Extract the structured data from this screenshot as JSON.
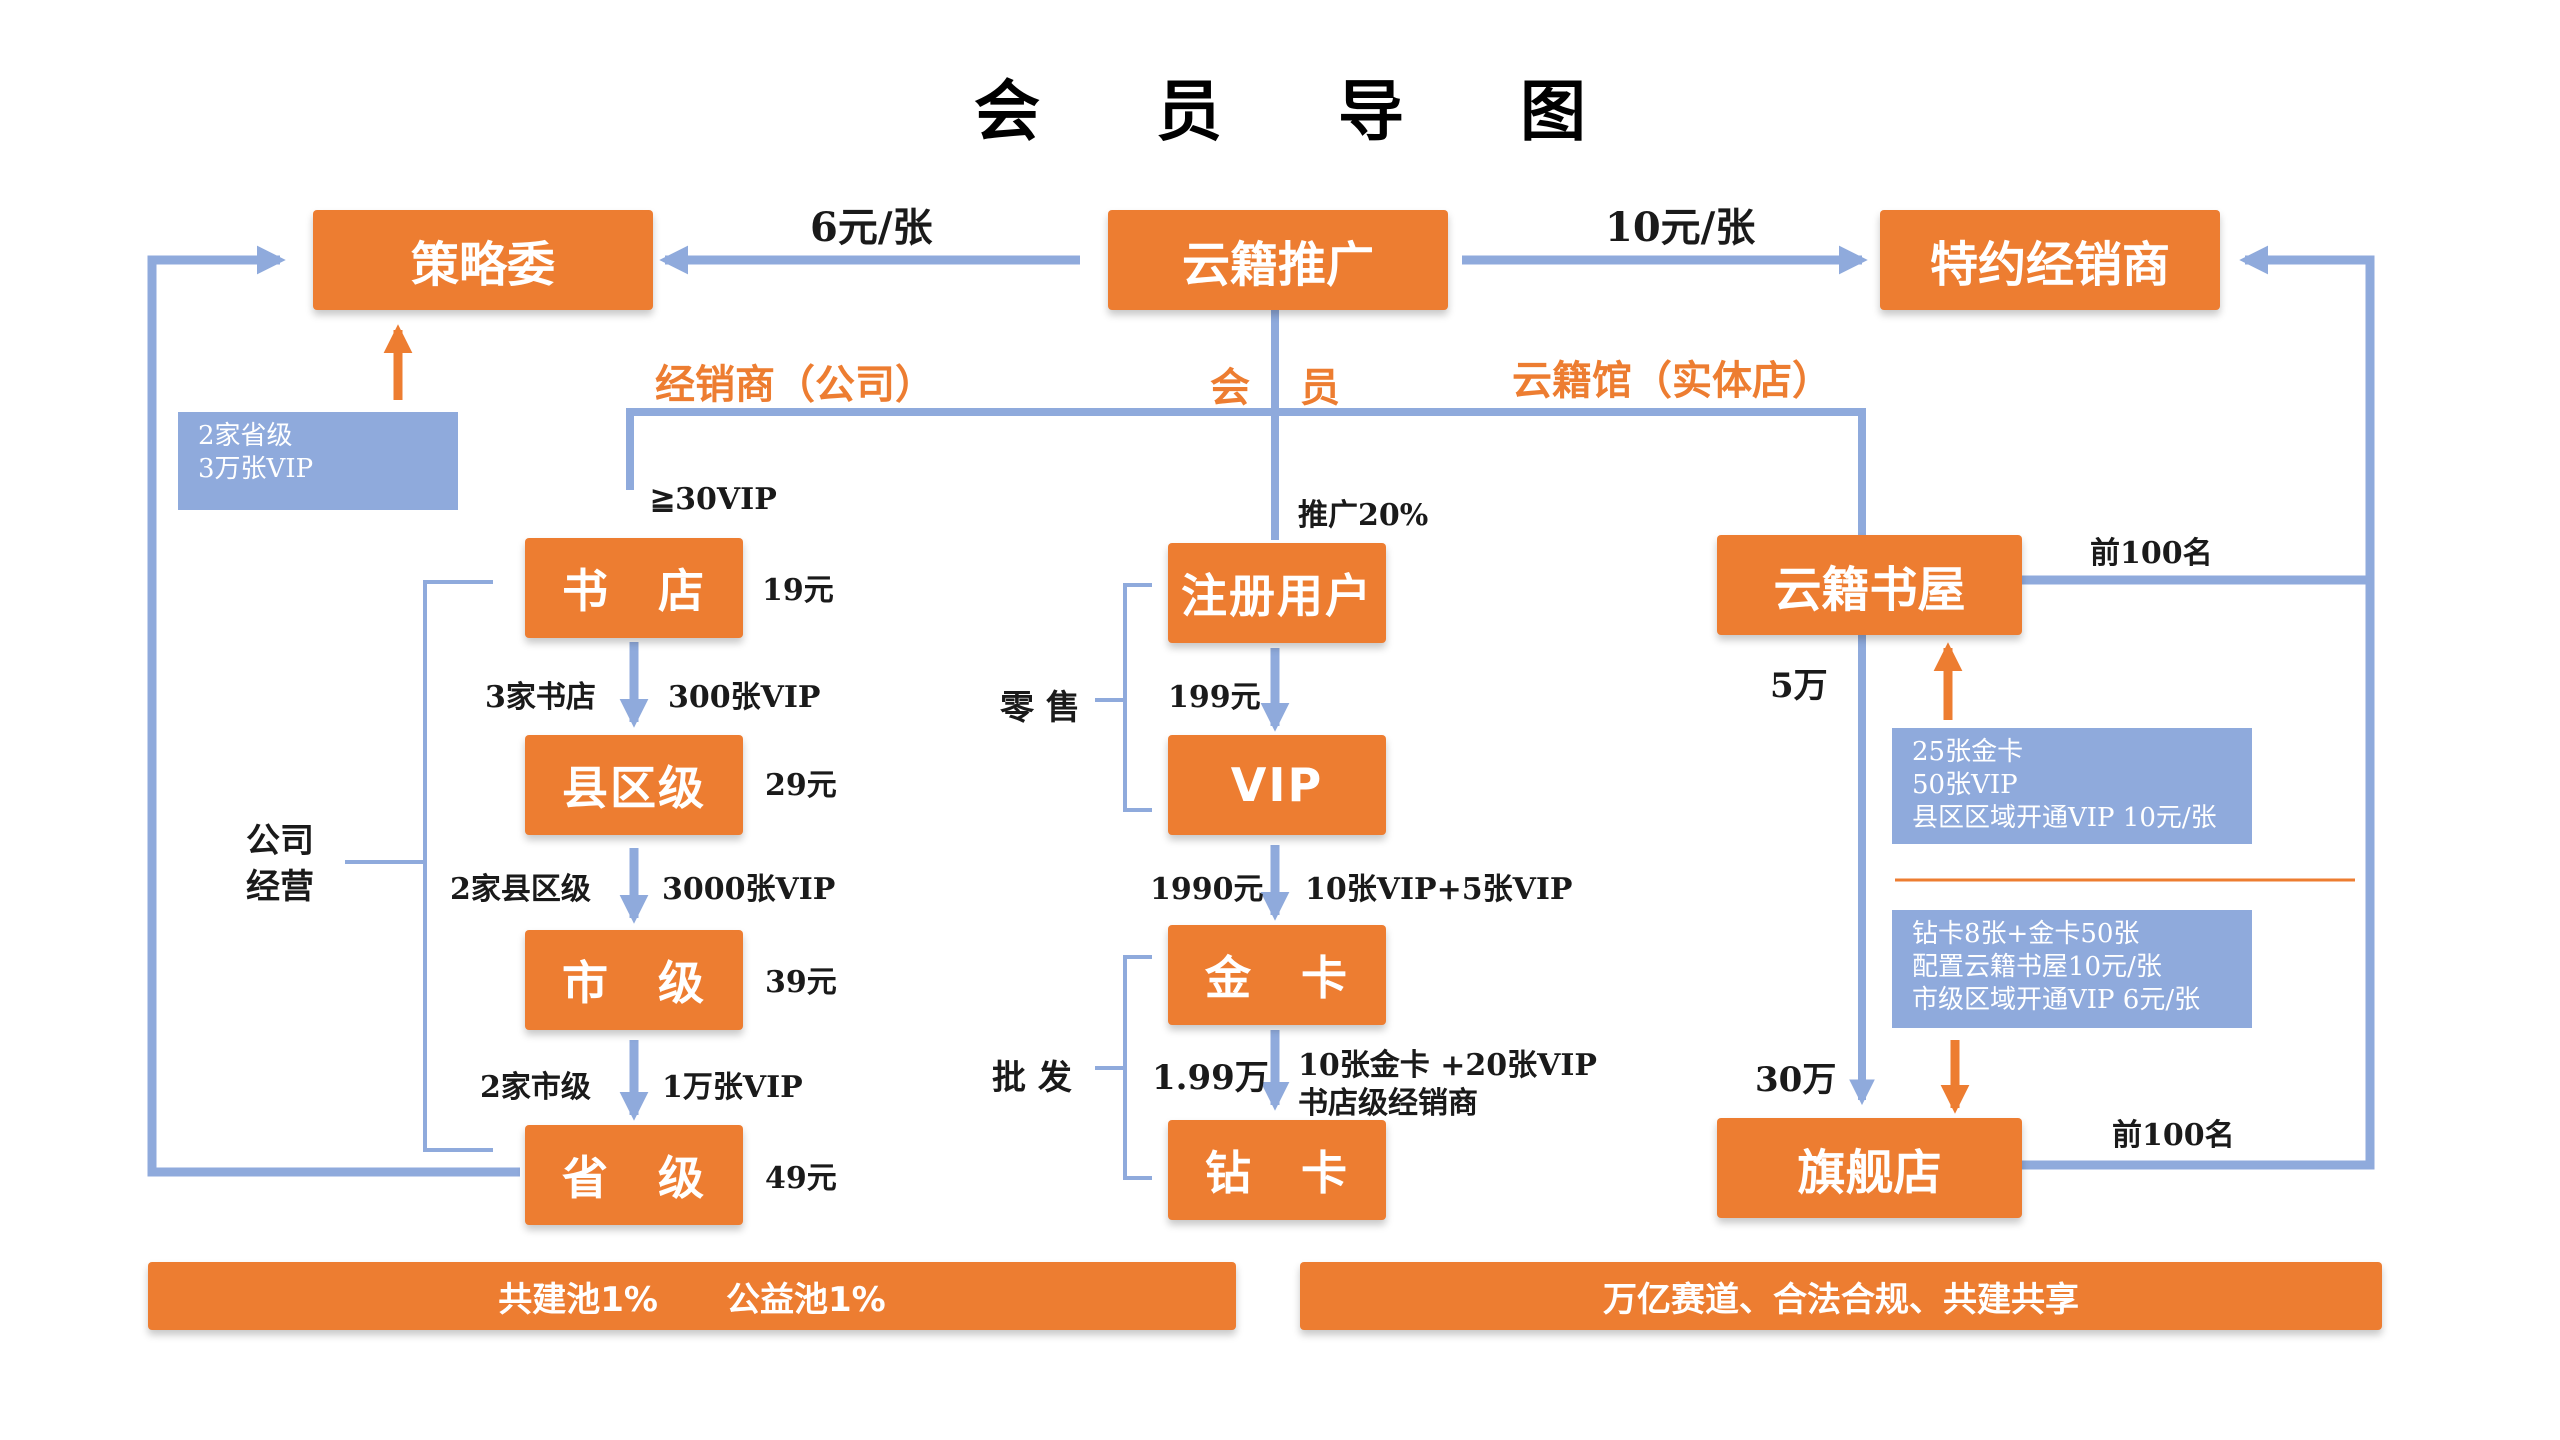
{
  "title": [
    "会",
    "员",
    "导",
    "图"
  ],
  "top_nodes": {
    "strategy": "策略委",
    "promotion": "云籍推广",
    "special_dealer": "特约经销商"
  },
  "top_prices": {
    "left": "6元/张",
    "right": "10元/张"
  },
  "section_labels": {
    "dealer": "经销商（公司）",
    "member_1": "会",
    "member_2": "员",
    "hall": "云籍馆（实体店）"
  },
  "notes": {
    "strategy": [
      "2家省级",
      "3万张VIP"
    ],
    "gold": [
      "25张金卡",
      "50张VIP",
      "县区区域开通VIP 10元/张"
    ],
    "diamond": [
      "钻卡8张+金卡50张",
      "配置云籍书屋10元/张",
      "市级区域开通VIP 6元/张"
    ]
  },
  "dealer_column": {
    "entry_condition": "≧30VIP",
    "levels": [
      {
        "name": "书　店",
        "price": "19元"
      },
      {
        "name": "县区级",
        "price": "29元"
      },
      {
        "name": "市　级",
        "price": "39元"
      },
      {
        "name": "省　级",
        "price": "49元"
      }
    ],
    "steps": [
      {
        "left": "3家书店",
        "right": "300张VIP"
      },
      {
        "left": "2家县区级",
        "right": "3000张VIP"
      },
      {
        "left": "2家市级",
        "right": "1万张VIP"
      }
    ],
    "group_label": [
      "公司",
      "经营"
    ]
  },
  "member_column": {
    "promo_rate": "推广20%",
    "levels": [
      "注册用户",
      "VIP",
      "金　卡",
      "钻　卡"
    ],
    "steps": [
      {
        "left": "199元",
        "right": ""
      },
      {
        "left": "1990元",
        "right": "10张VIP+5张VIP"
      },
      {
        "left": "1.99万",
        "right": "10张金卡 +20张VIP",
        "right2": "书店级经销商"
      }
    ],
    "retail_label": "零 售",
    "wholesale_label": "批 发"
  },
  "hall_column": {
    "study": "云籍书屋",
    "flagship": "旗舰店",
    "study_amount": "5万",
    "flagship_amount": "30万",
    "top_rank_1": "前100名",
    "top_rank_2": "前100名"
  },
  "bottom": {
    "left": "共建池1%　　公益池1%",
    "right": "万亿赛道、合法合规、共建共享"
  },
  "colors": {
    "orange": "#ED7D31",
    "blue_line": "#8FAADC",
    "note_bg": "#8FAADC"
  }
}
